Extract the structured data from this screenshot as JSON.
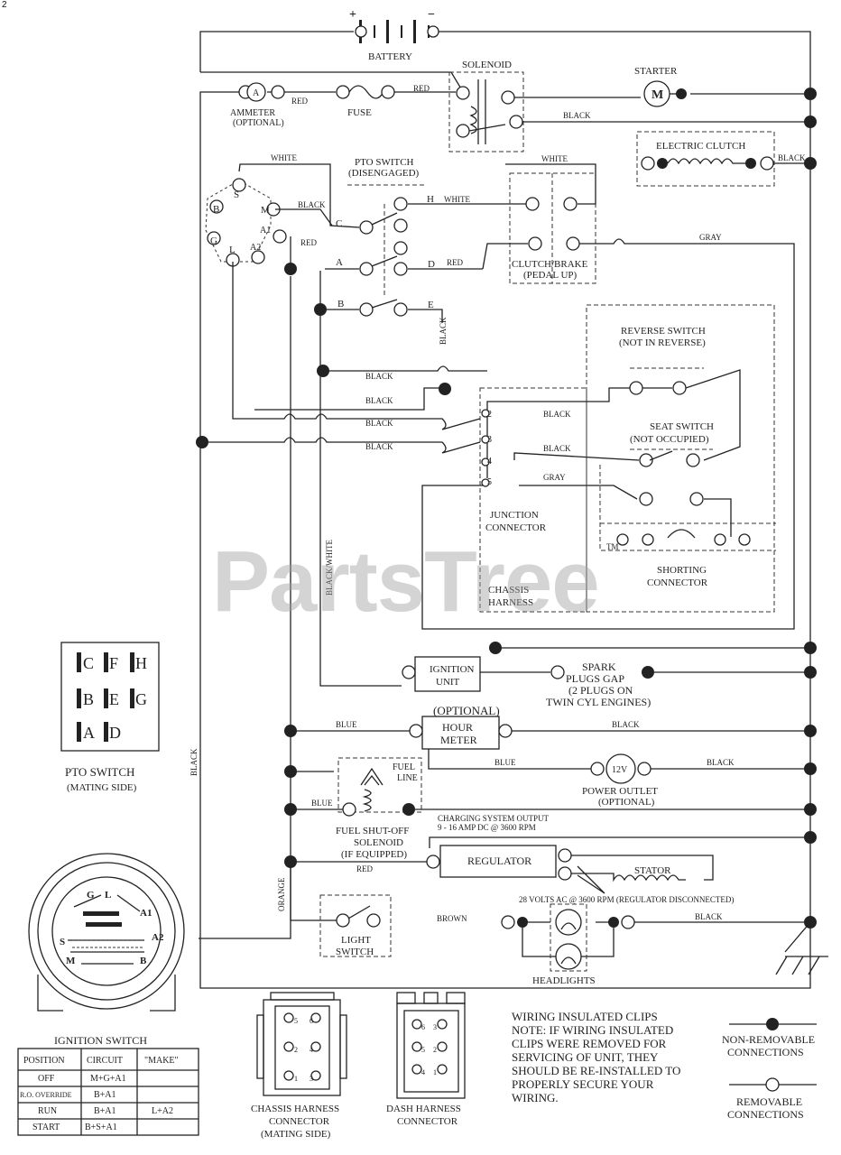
{
  "page_number": "2",
  "watermark": "PartsTree",
  "watermark_tm": "TM",
  "battery": {
    "label": "BATTERY",
    "pos": "+",
    "neg": "−"
  },
  "solenoid": {
    "label": "SOLENOID"
  },
  "starter": {
    "label": "STARTER",
    "symbol": "M"
  },
  "ammeter": {
    "label": "AMMETER",
    "note": "(OPTIONAL)",
    "symbol": "A"
  },
  "fuse": {
    "label": "FUSE"
  },
  "electric_clutch": {
    "label": "ELECTRIC CLUTCH"
  },
  "pto_switch_top": {
    "label": "PTO SWITCH",
    "note": "(DISENGAGED)"
  },
  "clutch_brake": {
    "label": "CLUTCH/BRAKE",
    "note": "(PEDAL UP)"
  },
  "reverse_switch": {
    "label": "REVERSE SWITCH",
    "note": "(NOT IN REVERSE)"
  },
  "seat_switch": {
    "label": "SEAT SWITCH",
    "note": "(NOT OCCUPIED)"
  },
  "junction": {
    "label1": "JUNCTION",
    "label2": "CONNECTOR"
  },
  "chassis_harness": {
    "label1": "CHASSIS",
    "label2": "HARNESS"
  },
  "shorting": {
    "label1": "SHORTING",
    "label2": "CONNECTOR"
  },
  "ignition_unit": {
    "label1": "IGNITION",
    "label2": "UNIT"
  },
  "spark_plugs": {
    "line1": "SPARK",
    "line2": "PLUGS GAP",
    "line3": "(2 PLUGS ON",
    "line4": "TWIN CYL ENGINES)"
  },
  "hour_meter": {
    "note": "(OPTIONAL)",
    "line1": "HOUR",
    "line2": "METER"
  },
  "power_outlet": {
    "symbol": "12V",
    "line1": "POWER OUTLET",
    "line2": "(OPTIONAL)"
  },
  "fuel_solenoid": {
    "tag1": "FUEL",
    "tag2": "LINE",
    "line1": "FUEL SHUT-OFF",
    "line2": "SOLENOID",
    "line3": "(IF EQUIPPED)"
  },
  "charging": {
    "line1": "CHARGING SYSTEM OUTPUT",
    "line2": "9 - 16 AMP DC @ 3600 RPM"
  },
  "regulator": {
    "label": "REGULATOR"
  },
  "stator": {
    "label": "STATOR",
    "note": "28 VOLTS AC @ 3600 RPM (REGULATOR DISCONNECTED)"
  },
  "light_switch": {
    "line1": "LIGHT",
    "line2": "SWITCH"
  },
  "headlights": {
    "label": "HEADLIGHTS"
  },
  "wire_colors": {
    "red": "RED",
    "black": "BLACK",
    "white": "WHITE",
    "gray": "GRAY",
    "blue": "BLUE",
    "orange": "ORANGE",
    "brown": "BROWN",
    "black_white": "BLACK/WHITE"
  },
  "terminals": {
    "S": "S",
    "B": "B",
    "M": "M",
    "G": "G",
    "L": "L",
    "A1": "A1",
    "A2": "A2",
    "C": "C",
    "H": "H",
    "A": "A",
    "D": "D",
    "E": "E",
    "F": "F"
  },
  "junction_pins": [
    "2",
    "3",
    "4",
    "5"
  ],
  "pto_mating": {
    "title": "PTO SWITCH",
    "note": "(MATING SIDE)",
    "grid": [
      "C",
      "F",
      "H",
      "B",
      "E",
      "G",
      "A",
      "D"
    ]
  },
  "ignition_switch": {
    "title": "IGNITION SWITCH",
    "face": [
      "G",
      "L",
      "A1",
      "A2",
      "S",
      "B",
      "M"
    ],
    "headers": [
      "POSITION",
      "CIRCUIT",
      "\"MAKE\""
    ],
    "rows": [
      [
        "OFF",
        "M+G+A1",
        ""
      ],
      [
        "R.O. OVERRIDE",
        "B+A1",
        ""
      ],
      [
        "RUN",
        "B+A1",
        "L+A2"
      ],
      [
        "START",
        "B+S+A1",
        ""
      ]
    ]
  },
  "chassis_connector": {
    "line1": "CHASSIS HARNESS",
    "line2": "CONNECTOR",
    "line3": "(MATING SIDE)",
    "pins": [
      "1",
      "2",
      "3",
      "4",
      "5",
      "6"
    ]
  },
  "dash_connector": {
    "line1": "DASH HARNESS",
    "line2": "CONNECTOR",
    "pins": [
      "6",
      "5",
      "4",
      "3",
      "2",
      "1"
    ]
  },
  "note": {
    "line1": "WIRING INSULATED CLIPS",
    "line2": "NOTE: IF WIRING INSULATED",
    "line3": "CLIPS WERE REMOVED FOR",
    "line4": "SERVICING OF UNIT, THEY",
    "line5": "SHOULD BE RE-INSTALLED TO",
    "line6": "PROPERLY SECURE YOUR",
    "line7": "WIRING."
  },
  "legend": {
    "non_removable": "NON-REMOVABLE",
    "removable": "REMOVABLE",
    "connections": "CONNECTIONS"
  }
}
